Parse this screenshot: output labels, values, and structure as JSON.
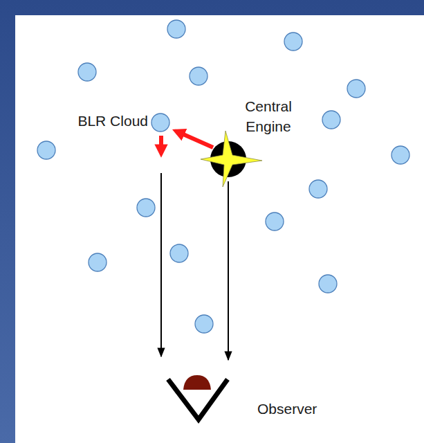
{
  "diagram": {
    "labels": [
      "BLR Cloud",
      "Central Engine",
      "Observer"
    ]
  }
}
